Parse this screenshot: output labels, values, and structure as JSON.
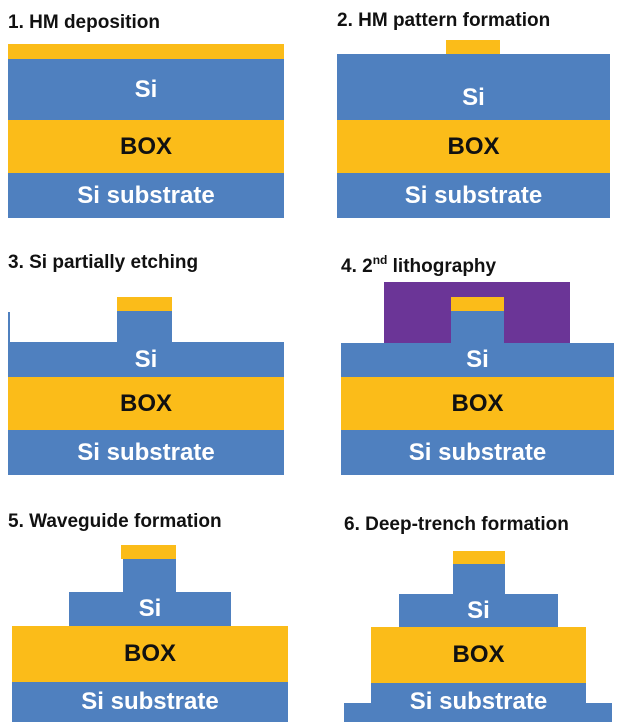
{
  "steps": [
    {
      "title": "1. HM deposition"
    },
    {
      "title": "2. HM pattern formation"
    },
    {
      "title": "3. Si partially etching"
    },
    {
      "title_prefix": "4. 2",
      "title_sup": "nd",
      "title_suffix": " lithography"
    },
    {
      "title": "5. Waveguide formation"
    },
    {
      "title": "6. Deep-trench formation"
    }
  ],
  "layers": {
    "si": "Si",
    "box": "BOX",
    "substrate": "Si substrate"
  },
  "colors": {
    "silicon": "#4f80bf",
    "box": "#fbbc19",
    "hard_mask": "#fbbc19",
    "photoresist": "#6b3597",
    "label_on_silicon": "#ffffff",
    "label_on_box": "#111111"
  }
}
